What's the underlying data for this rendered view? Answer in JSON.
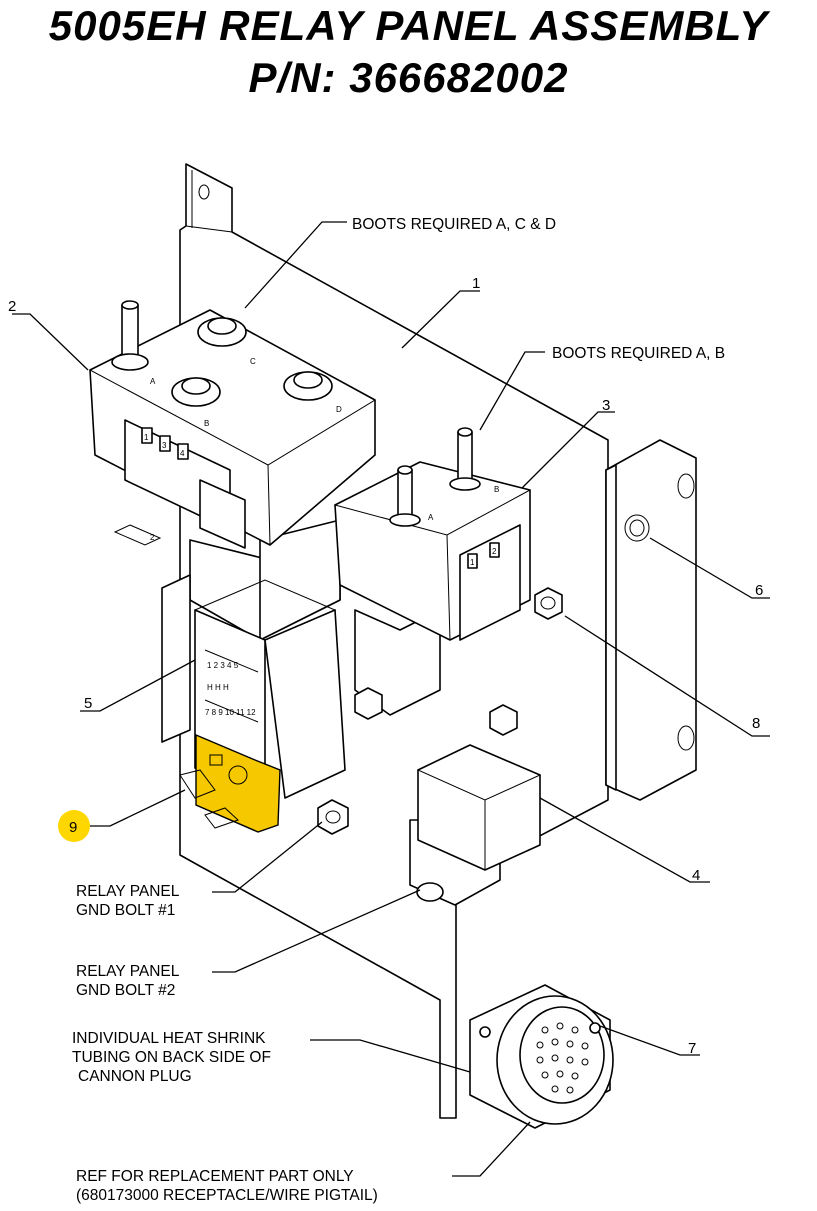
{
  "title": {
    "line1": "5005EH RELAY PANEL ASSEMBLY",
    "line2": "P/N: 366682002"
  },
  "callouts": {
    "boots_acd": "BOOTS REQUIRED A, C & D",
    "boots_ab": "BOOTS REQUIRED A, B",
    "gnd1_line1": "RELAY PANEL",
    "gnd1_line2": "GND BOLT #1",
    "gnd2_line1": "RELAY PANEL",
    "gnd2_line2": "GND BOLT #2",
    "shrink_line1": "INDIVIDUAL HEAT SHRINK",
    "shrink_line2": "TUBING ON BACK SIDE OF",
    "shrink_line3": "CANNON PLUG",
    "ref_line1": "REF FOR REPLACEMENT PART ONLY",
    "ref_line2": "(680173000 RECEPTACLE/WIRE PIGTAIL)"
  },
  "item_numbers": {
    "n1": "1",
    "n2": "2",
    "n3": "3",
    "n4": "4",
    "n5": "5",
    "n6": "6",
    "n7": "7",
    "n8": "8",
    "n9": "9"
  },
  "terminal_labels": {
    "big_a": "A",
    "big_b": "B",
    "big_c": "C",
    "big_d": "D",
    "small_a": "A",
    "small_b": "B"
  },
  "pin_labels": {
    "big_p1": "1",
    "big_p3": "3",
    "big_p4": "4",
    "big_p2": "2",
    "small_p1": "1",
    "small_p2": "2"
  },
  "colors": {
    "highlight": "#f5c800",
    "badge": "#ffd700"
  }
}
